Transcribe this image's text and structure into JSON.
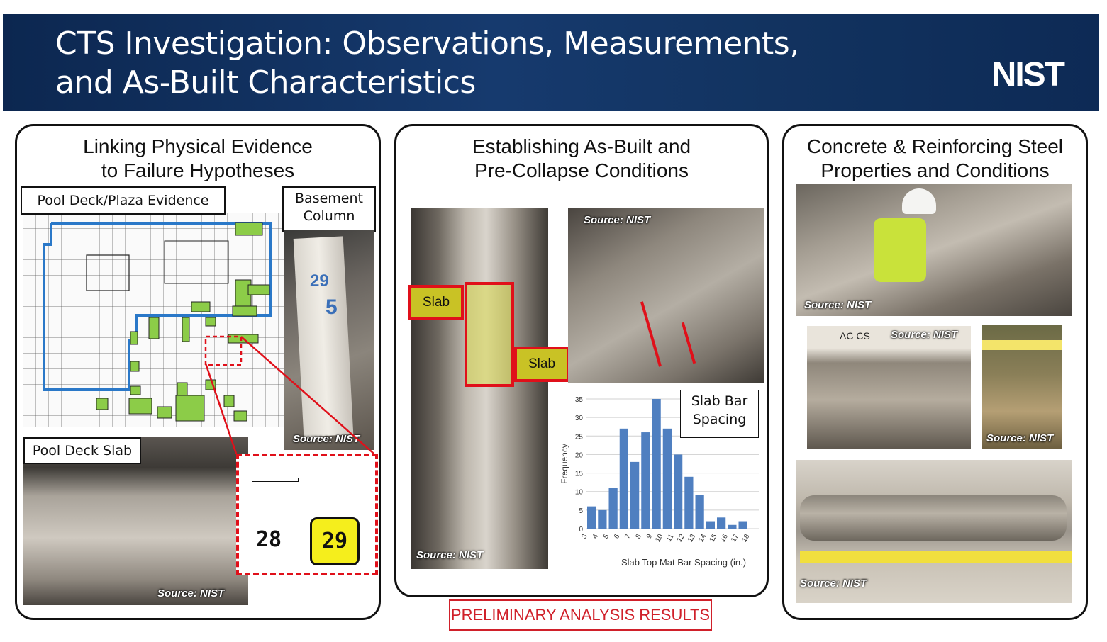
{
  "header": {
    "title_line1": "CTS Investigation: Observations, Measurements,",
    "title_line2": "and As-Built Characteristics",
    "logo": "NIST"
  },
  "left_panel": {
    "title_line1": "Linking Physical Evidence",
    "title_line2": "to Failure Hypotheses",
    "pool_deck_plaza_label": "Pool Deck/Plaza Evidence",
    "basement_column_line1": "Basement",
    "basement_column_line2": "Column",
    "pool_deck_slab_label": "Pool Deck Slab",
    "column_mark_a": "29",
    "column_mark_b": "5",
    "detail_left_number": "28",
    "detail_right_number": "29",
    "source_1": "Source: NIST",
    "source_2": "Source: NIST"
  },
  "middle_panel": {
    "title_line1": "Establishing As-Built and",
    "title_line2": "Pre-Collapse Conditions",
    "slab_label_1": "Slab",
    "slab_label_2": "Slab",
    "source_1": "Source: NIST",
    "source_2": "Source: NIST",
    "chart_label_line1": "Slab Bar",
    "chart_label_line2": "Spacing"
  },
  "right_panel": {
    "title_line1": "Concrete & Reinforcing Steel",
    "title_line2": "Properties and Conditions",
    "source_1": "Source: NIST",
    "source_2": "Source: NIST",
    "source_3": "Source: NIST",
    "source_4": "Source: NIST",
    "sample_mark": "AC CS"
  },
  "footer": {
    "preliminary": "PRELIMINARY ANALYSIS RESULTS"
  },
  "chart_data": {
    "type": "bar",
    "categories": [
      "3",
      "4",
      "5",
      "6",
      "7",
      "8",
      "9",
      "10",
      "11",
      "12",
      "13",
      "14",
      "15",
      "16",
      "17",
      "18"
    ],
    "values": [
      6,
      5,
      11,
      27,
      18,
      26,
      35,
      27,
      20,
      14,
      9,
      2,
      3,
      1,
      2
    ],
    "xlabel": "Slab Top Mat Bar Spacing (in.)",
    "ylabel": "Frequency",
    "ylim": [
      0,
      35
    ],
    "yticks": [
      0,
      5,
      10,
      15,
      20,
      25,
      30,
      35
    ],
    "grid": true,
    "bar_color": "#4f7fc0"
  }
}
